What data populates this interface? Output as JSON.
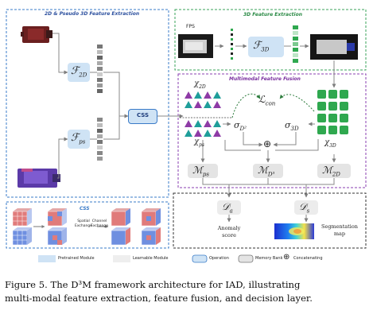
{
  "panels": {
    "extraction_2d": "2D & Pseudo 3D Feature Extraction",
    "extraction_3d": "3D Feature Extraction",
    "fusion": "Multimodal Feature Fusion",
    "css_panel": "CSS"
  },
  "modules": {
    "f2d_main": "ℱ",
    "f2d_sub": "2D",
    "fps_main": "ℱ",
    "fps_sub": "ps",
    "f3d_main": "ℱ",
    "f3d_sub": "3D",
    "css": "CSS",
    "fps_label": "FPS"
  },
  "fusion_labels": {
    "chi2d_main": "χ",
    "chi2d_sub": "2D",
    "chips_main": "χ",
    "chips_sub": "ps",
    "chi3d_main": "χ",
    "chi3d_sub": "3D",
    "lcon_main": "ℒ",
    "lcon_sub": "con",
    "sigma_d2_main": "σ",
    "sigma_d2_sub": "D²",
    "sigma_3d_main": "σ",
    "sigma_3d_sub": "3D",
    "plus": "⊕"
  },
  "memory_banks": {
    "mps_main": "ℳ",
    "mps_sub": "ps",
    "md3_main": "ℳ",
    "md3_sub": "D³",
    "m2d_main": "ℳ",
    "m2d_sub": "2D"
  },
  "decision": {
    "da_main": "𝒟",
    "da_sub": "a",
    "ds_main": "𝒟",
    "ds_sub": "s",
    "anomaly_line1": "Anomaly",
    "anomaly_line2": "score",
    "segmentation_line1": "Segmentation",
    "segmentation_line2": "map"
  },
  "css_captions": {
    "spatial_1": "Spatial",
    "spatial_2": "Exchange",
    "channel_1": "Channel",
    "channel_2": "Exchange"
  },
  "legend": {
    "pretrained": "Pretrained Module",
    "learnable": "Learnable Module",
    "operation": "Operation",
    "memory": "Memory Bank",
    "concat": "Concatenating",
    "concat_symbol": "⊕"
  },
  "caption": {
    "line1": "Figure 5.  The D³M framework architecture for IAD, illustrating",
    "line2": "multi-modal feature extraction, feature fusion, and decision layer."
  },
  "colors": {
    "panel_blue": "#3a7bc8",
    "panel_green": "#3aa35a",
    "panel_purple": "#8a3fb0",
    "module_fill": "#cfe3f5",
    "memory_fill": "#e4e4e4",
    "triangle_teal": "#1f9e9a",
    "triangle_purple": "#8e3ba6",
    "square_green": "#2fa84f",
    "arrow": "#8a8a8a"
  }
}
